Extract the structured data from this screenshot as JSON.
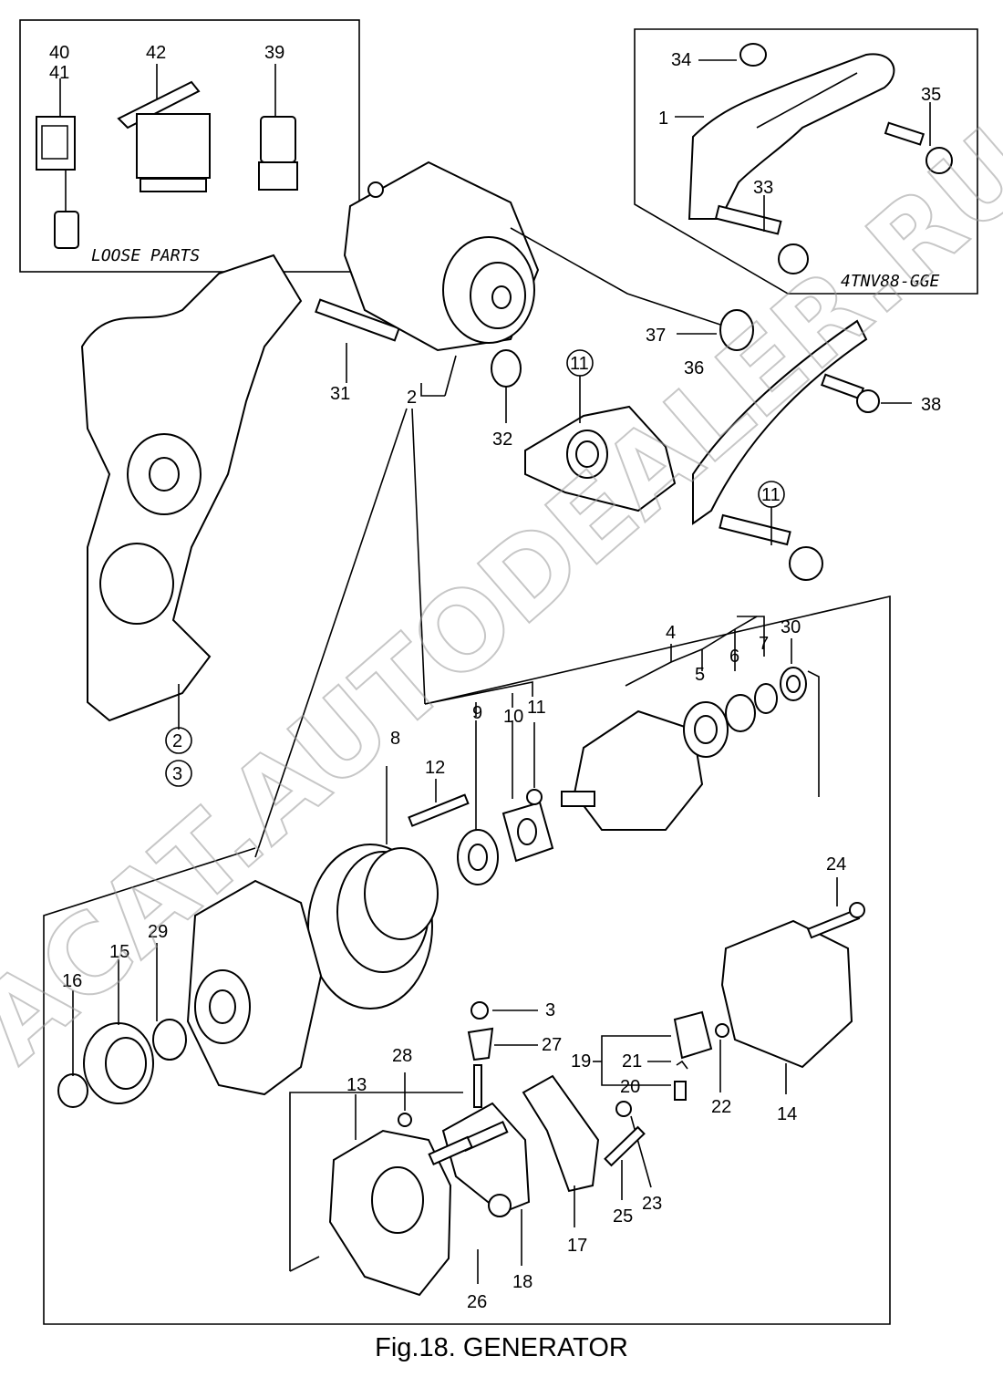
{
  "figure": {
    "caption": "Fig.18.  GENERATOR",
    "loose_parts_label": "LOOSE PARTS",
    "variant_label": "4TNV88-GGE",
    "watermark": "ACAT.AUTODEALER.RU"
  },
  "part_labels": {
    "p1": "1",
    "p2a": "2",
    "p2b": "2",
    "p3a": "3",
    "p3b": "3",
    "p4": "4",
    "p5": "5",
    "p6": "6",
    "p7": "7",
    "p8": "8",
    "p9": "9",
    "p10": "10",
    "p11a": "11",
    "p11b": "11",
    "p11c": "11",
    "p12": "12",
    "p13": "13",
    "p14": "14",
    "p15": "15",
    "p16": "16",
    "p17": "17",
    "p18": "18",
    "p19": "19",
    "p20": "20",
    "p21": "21",
    "p22": "22",
    "p23": "23",
    "p24": "24",
    "p25": "25",
    "p26": "26",
    "p27": "27",
    "p28": "28",
    "p29": "29",
    "p30": "30",
    "p31": "31",
    "p32": "32",
    "p33": "33",
    "p34": "34",
    "p35": "35",
    "p36": "36",
    "p37": "37",
    "p38": "38",
    "p39": "39",
    "p40": "40",
    "p41": "41",
    "p42": "42"
  }
}
